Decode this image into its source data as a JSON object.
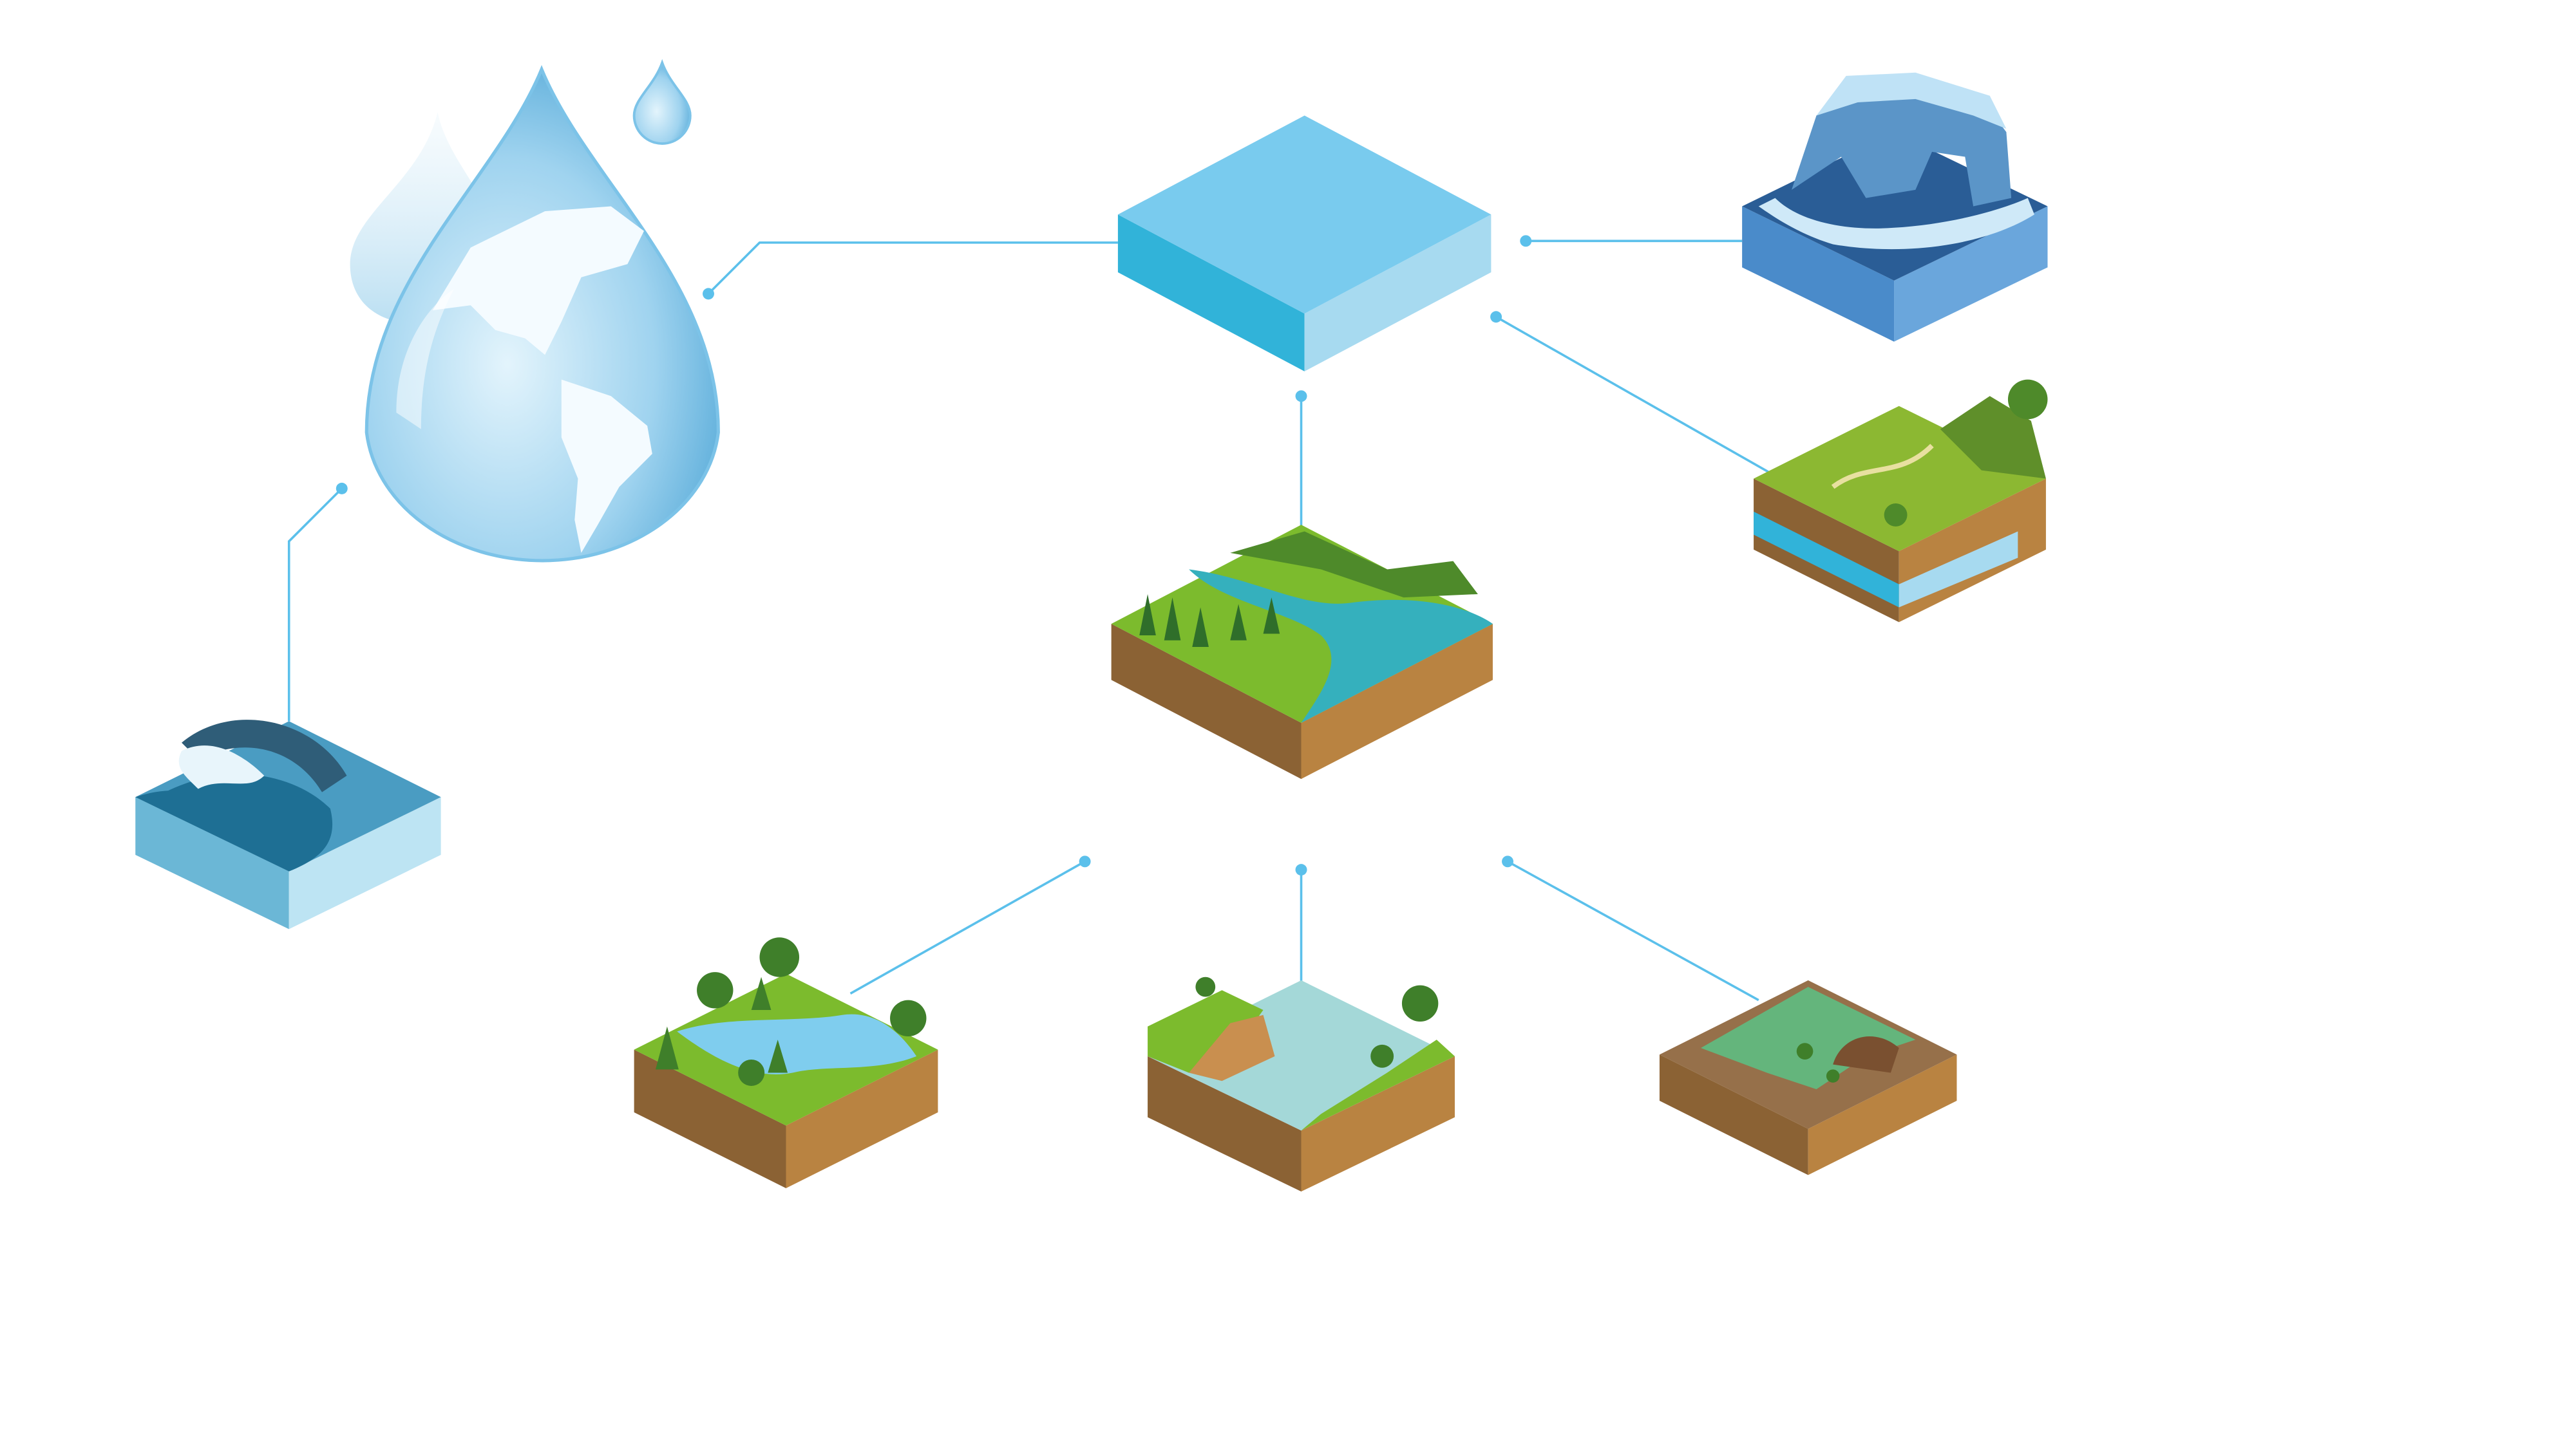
{
  "diagram": {
    "type": "water-cycle-reservoirs",
    "nodes": [
      {
        "id": "water-drop-globe",
        "icon": "globe-droplet-icon"
      },
      {
        "id": "water-block",
        "icon": "water-block-icon"
      },
      {
        "id": "glacier",
        "icon": "ice-cap-icon"
      },
      {
        "id": "groundwater",
        "icon": "aquifer-icon"
      },
      {
        "id": "ocean",
        "icon": "ocean-wave-icon"
      },
      {
        "id": "surface-water",
        "icon": "river-land-icon"
      },
      {
        "id": "lake-forest",
        "icon": "forest-lake-icon"
      },
      {
        "id": "lake-cliff",
        "icon": "cliff-lake-icon"
      },
      {
        "id": "wetland",
        "icon": "wetland-icon"
      }
    ],
    "edges": [
      [
        "water-block",
        "water-drop-globe"
      ],
      [
        "water-block",
        "glacier"
      ],
      [
        "water-block",
        "groundwater"
      ],
      [
        "water-block",
        "surface-water"
      ],
      [
        "water-drop-globe",
        "ocean"
      ],
      [
        "surface-water",
        "lake-forest"
      ],
      [
        "surface-water",
        "lake-cliff"
      ],
      [
        "surface-water",
        "wetland"
      ]
    ]
  },
  "colors": {
    "connector": "#5bc0eb",
    "water_top": "#79cbee",
    "water_left": "#31b3d9",
    "water_right": "#a7daf0",
    "soil_left": "#8b6234",
    "soil_right": "#b98341",
    "grass": "#7cbb2d",
    "ice_blue": "#4a8bca"
  }
}
